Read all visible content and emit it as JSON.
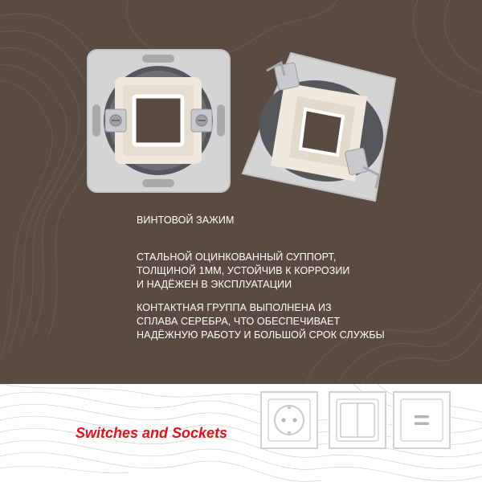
{
  "features": {
    "screw_clamp": "ВИНТОВОЙ ЗАЖИМ",
    "steel_frame_line1": "СТАЛЬНОЙ ОЦИНКОВАННЫЙ СУППОРТ,",
    "steel_frame_line2": "ТОЛЩИНОЙ 1ММ, УСТОЙЧИВ К КОРРОЗИИ",
    "steel_frame_line3": "И НАДЁЖЕН В ЭКСПЛУАТАЦИИ",
    "contacts_line1": "КОНТАКТНАЯ ГРУППА ВЫПОЛНЕНА ИЗ",
    "contacts_line2": "СПЛАВА СЕРЕБРА, ЧТО ОБЕСПЕЧИВАЕТ",
    "contacts_line3": "НАДЁЖНУЮ РАБОТУ И БОЛЬШОЙ СРОК СЛУЖБЫ"
  },
  "footer": {
    "tagline": "Switches and Sockets",
    "icons": [
      "socket-icon",
      "double-switch-icon",
      "usb-icon"
    ]
  },
  "colors": {
    "background_top": "#5a4b42",
    "background_bottom": "#ffffff",
    "tagline": "#e8101a",
    "text": "#ffffff",
    "tile_border": "#d5d0cd"
  }
}
